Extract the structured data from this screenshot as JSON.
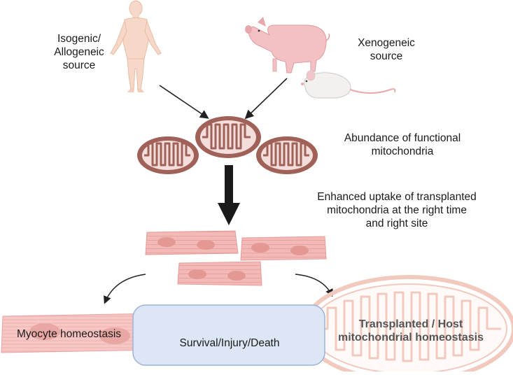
{
  "sources": {
    "isogenic": [
      "Isogenic/",
      "Allogeneic",
      "source"
    ],
    "xenogeneic": [
      "Xenogeneic",
      "source"
    ]
  },
  "annotations": {
    "abundance": [
      "Abundance of functional",
      "mitochondria"
    ],
    "uptake": [
      "Enhanced uptake of transplanted",
      "mitochondria at the right time",
      "and right site"
    ]
  },
  "outcomes": {
    "myocyte": "Myocyte homeostasis",
    "survival": "Survival/Injury/Death",
    "mito": [
      "Transplanted / Host",
      "mitochondrial homeostasis"
    ]
  },
  "icons": [
    "human-icon",
    "pig-icon",
    "mouse-icon",
    "mitochondrion-icon",
    "cardiomyocyte-icon"
  ],
  "colors": {
    "mito_outer": "#9c5e55",
    "mito_fill": "#f4dedb",
    "myocyte": "#f1b4b2",
    "survival_box": "#dce6f4",
    "skin": "#f6d8c9",
    "pig": "#f3c1c3"
  }
}
